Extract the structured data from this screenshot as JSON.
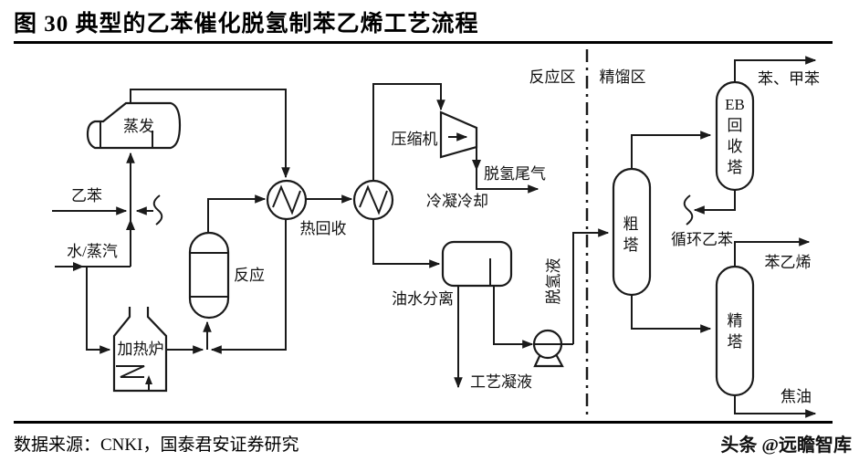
{
  "title": "图 30 典型的乙苯催化脱氢制苯乙烯工艺流程",
  "footer": {
    "source": "数据来源：CNKI，国泰君安证券研究",
    "watermark": "头条 @远瞻智库"
  },
  "zones": {
    "reaction": "反应区",
    "distillation": "精馏区"
  },
  "equipment": {
    "evaporator": "蒸发",
    "furnace": "加热炉",
    "reactor": "反应",
    "heat_recovery": "热回收",
    "condenser": "冷凝冷却",
    "compressor": "压缩机",
    "separator": "油水分离",
    "crude_column": "粗塔",
    "eb_column": {
      "line1": "EB",
      "line2": "回收塔"
    },
    "refine_column": "精塔"
  },
  "streams": {
    "ethylbenzene": "乙苯",
    "water_steam": "水/蒸汽",
    "tail_gas": "脱氢尾气",
    "process_condensate": "工艺凝液",
    "dehydro_liquid": "脱氢液",
    "recycle_eb": "循环乙苯",
    "benzene_toluene": "苯、甲苯",
    "styrene": "苯乙烯",
    "tar": "焦油"
  },
  "colors": {
    "line": "#1a1a1a",
    "background": "#ffffff"
  }
}
